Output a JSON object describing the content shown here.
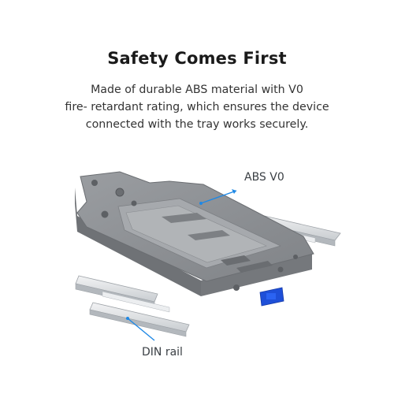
{
  "heading": "Safety Comes First",
  "description": {
    "line1": "Made of durable ABS material with V0",
    "line2": "fire- retardant rating, which ensures the device",
    "line3": "connected with the tray works securely."
  },
  "callouts": {
    "abs": "ABS V0",
    "din": "DIN rail"
  },
  "colors": {
    "accent": "#1e88e5",
    "tray": "#8a8d91",
    "rail": "#d9dcdf",
    "clip": "#1e4fd8"
  }
}
